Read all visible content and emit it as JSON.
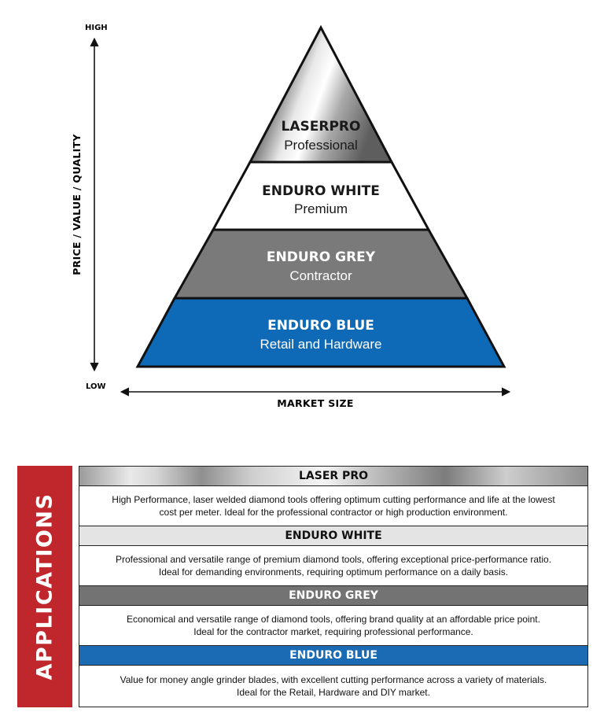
{
  "axis": {
    "y_high": "HIGH",
    "y_low": "LOW",
    "y_label": "PRICE / VALUE / QUALITY",
    "x_label": "MARKET SIZE"
  },
  "pyramid": {
    "tiers": [
      {
        "title": "LASERPRO",
        "subtitle": "Professional",
        "fill": "metallic",
        "text_color": "#1a1a1a"
      },
      {
        "title": "ENDURO WHITE",
        "subtitle": "Premium",
        "fill": "#ffffff",
        "text_color": "#1a1a1a"
      },
      {
        "title": "ENDURO GREY",
        "subtitle": "Contractor",
        "fill": "#7a7a7a",
        "text_color": "#ffffff"
      },
      {
        "title": "ENDURO BLUE",
        "subtitle": "Retail and Hardware",
        "fill": "#0e6ab6",
        "text_color": "#ffffff"
      }
    ]
  },
  "applications": {
    "tab_label": "APPLICATIONS",
    "tab_color": "#c0272d",
    "rows": [
      {
        "header": "LASER PRO",
        "line1": "High Performance, laser welded diamond tools offering optimum cutting performance and life at the lowest",
        "line2": "cost per meter. Ideal for the professional contractor or high production environment."
      },
      {
        "header": "ENDURO WHITE",
        "line1": "Professional and versatile range of premium diamond tools, offering exceptional price-performance ratio.",
        "line2": "Ideal for demanding environments, requiring optimum performance on a daily basis."
      },
      {
        "header": "ENDURO GREY",
        "line1": "Economical and versatile range of diamond tools, offering brand quality at an affordable price point.",
        "line2": "Ideal for the contractor market, requiring professional performance."
      },
      {
        "header": "ENDURO BLUE",
        "line1": "Value for money angle grinder blades, with excellent cutting performance across a variety of materials.",
        "line2": "Ideal for the Retail, Hardware and DIY market."
      }
    ]
  }
}
